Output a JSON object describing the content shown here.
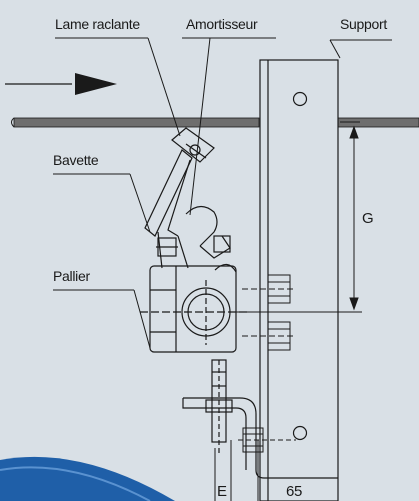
{
  "labels": {
    "lame_raclante": "Lame raclante",
    "amortisseur": "Amortisseur",
    "support": "Support",
    "bavette": "Bavette",
    "pallier": "Pallier",
    "dim_g": "G",
    "dim_e": "E",
    "dim_65": "65"
  },
  "colors": {
    "background": "#d9e0e6",
    "line": "#1a1a1a",
    "belt": "#6e6e6e",
    "accent_blue": "#1f5fa8"
  },
  "icons": {
    "flow_arrow": "right-arrow-icon"
  }
}
